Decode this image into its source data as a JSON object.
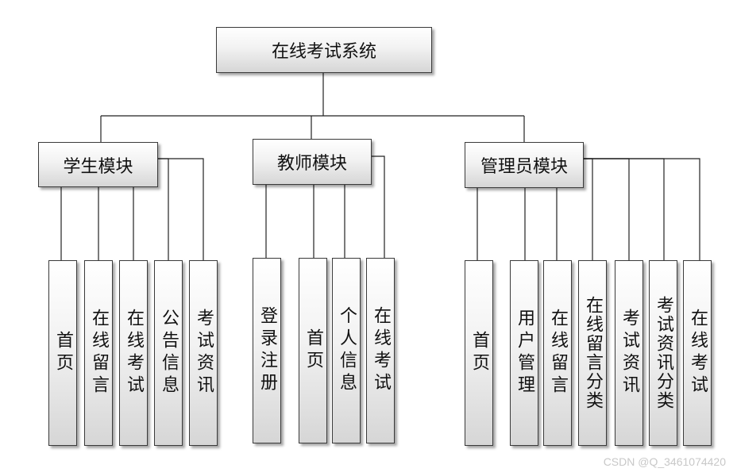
{
  "root": {
    "label": "在线考试系统"
  },
  "modules": {
    "student": {
      "label": "学生模块",
      "children": [
        "首页",
        "在线留言",
        "在线考试",
        "公告信息",
        "考试资讯"
      ]
    },
    "teacher": {
      "label": "教师模块",
      "children": [
        "登录注册",
        "首页",
        "个人信息",
        "在线考试"
      ]
    },
    "admin": {
      "label": "管理员模块",
      "children": [
        "首页",
        "用户管理",
        "在线留言",
        "在线留言分类",
        "考试资讯",
        "考试资讯分类",
        "在线考试"
      ]
    }
  },
  "watermark": "CSDN @Q_3461074420"
}
